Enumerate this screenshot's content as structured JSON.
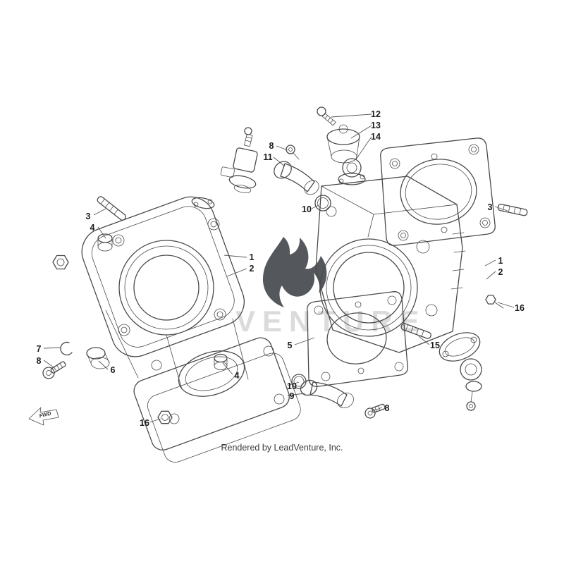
{
  "page": {
    "caption": "Rendered by LeadVenture, Inc.",
    "watermark_text": "VENTURE",
    "fwd_label": "FWD"
  },
  "callouts": [
    {
      "label": "12"
    },
    {
      "label": "13"
    },
    {
      "label": "14"
    },
    {
      "label": "8"
    },
    {
      "label": "11"
    },
    {
      "label": "3"
    },
    {
      "label": "4"
    },
    {
      "label": "10"
    },
    {
      "label": "3"
    },
    {
      "label": "1"
    },
    {
      "label": "2"
    },
    {
      "label": "1"
    },
    {
      "label": "2"
    },
    {
      "label": "16"
    },
    {
      "label": "5"
    },
    {
      "label": "15"
    },
    {
      "label": "7"
    },
    {
      "label": "8"
    },
    {
      "label": "6"
    },
    {
      "label": "4"
    },
    {
      "label": "10"
    },
    {
      "label": "9"
    },
    {
      "label": "8"
    },
    {
      "label": "16"
    }
  ]
}
